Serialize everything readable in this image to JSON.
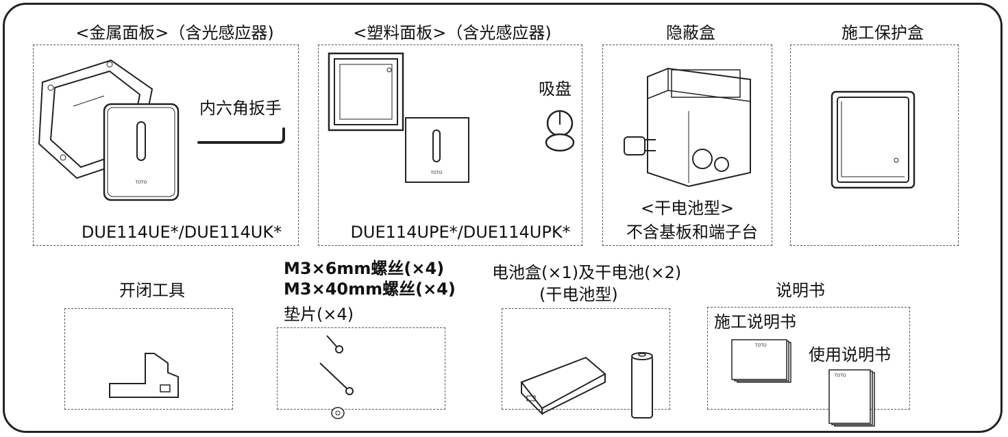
{
  "row1": {
    "metal_panel": {
      "heading": "<金属面板>（含光感应器)",
      "wrench_label": "内六角扳手",
      "model": "DUE114UE*/DUE114UK*"
    },
    "plastic_panel": {
      "heading": "<塑料面板>（含光感应器)",
      "suction_label": "吸盘",
      "model": "DUE114UPE*/DUE114UPK*"
    },
    "concealed_box": {
      "heading": "隐蔽盒",
      "note_line1": "<干电池型>",
      "note_line2": "不含基板和端子台"
    },
    "protect_box": {
      "heading": "施工保护盒"
    }
  },
  "row2": {
    "opener_tool": {
      "heading": "开闭工具"
    },
    "screws": {
      "line1": "M3×6mm螺丝(×4)",
      "line2": "M3×40mm螺丝(×4)",
      "line3": "垫片(×4)"
    },
    "battery": {
      "line1": "电池盒(×1)及干电池(×2)",
      "line2": "(干电池型)"
    },
    "manuals": {
      "heading": "说明书",
      "install_manual": "施工说明书",
      "user_manual": "使用说明书"
    }
  }
}
